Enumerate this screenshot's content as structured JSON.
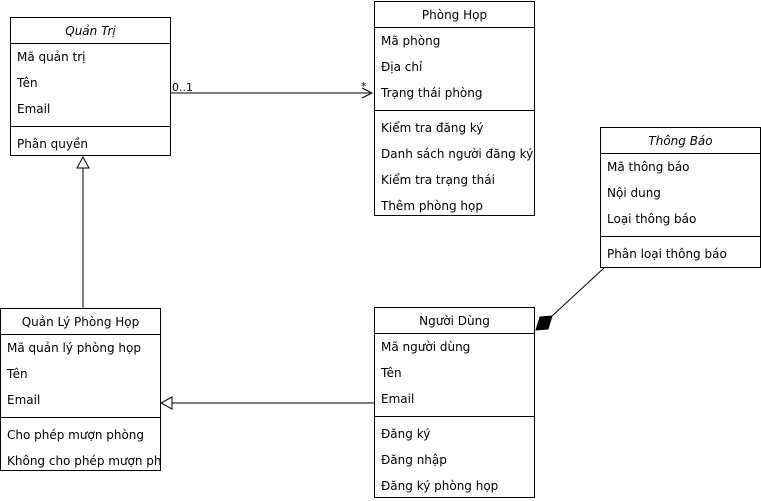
{
  "classes": {
    "quan_tri": {
      "name": "Quản Trị",
      "attributes": [
        "Mã quản trị",
        "Tên",
        "Email"
      ],
      "operations": [
        "Phân quyền"
      ]
    },
    "phong_hop": {
      "name": "Phòng Họp",
      "attributes": [
        "Mã phòng",
        "Địa chỉ",
        "Trạng thái phòng"
      ],
      "operations": [
        "Kiểm tra đăng ký",
        "Danh sách người đăng ký",
        "Kiểm tra trạng thái",
        "Thêm phòng họp"
      ]
    },
    "thong_bao": {
      "name": "Thông Báo",
      "attributes": [
        "Mã thông báo",
        "Nội dung",
        "Loại thông báo"
      ],
      "operations": [
        "Phân loại thông báo"
      ]
    },
    "quan_ly_phong_hop": {
      "name": "Quản Lý Phòng Họp",
      "attributes": [
        "Mã quản lý phòng họp",
        "Tên",
        "Email"
      ],
      "operations": [
        "Cho phép mượn phòng",
        "Không cho phép mượn phò"
      ]
    },
    "nguoi_dung": {
      "name": "Người Dùng",
      "attributes": [
        "Mã người dùng",
        "Tên",
        "Email"
      ],
      "operations": [
        "Đăng ký",
        "Đăng nhập",
        "Đăng ký phòng họp"
      ]
    }
  },
  "relations": {
    "association_quan_tri_phong_hop": {
      "source_multiplicity": "0..1",
      "target_multiplicity": "*"
    }
  }
}
